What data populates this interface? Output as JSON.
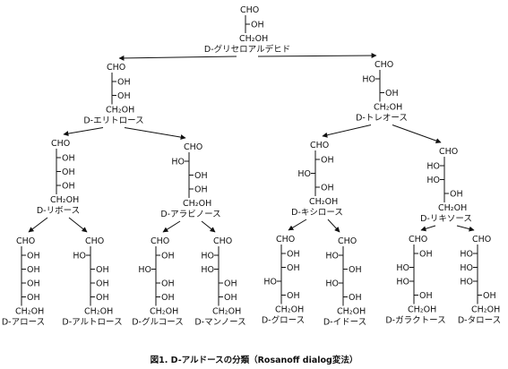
{
  "caption": "図1. D-アルドースの分類（Rosanoff dialog変法）",
  "structures": [
    {
      "id": "s1",
      "label": "D-グリセロアルデヒド",
      "top": "CHO",
      "sides": [
        "R"
      ],
      "bottom": "CH₂OH"
    },
    {
      "id": "s2",
      "label": "D-エリトロース",
      "top": "CHO",
      "sides": [
        "R",
        "R"
      ],
      "bottom": "CH₂OH"
    },
    {
      "id": "s3",
      "label": "D-トレオース",
      "top": "CHO",
      "sides": [
        "L",
        "R"
      ],
      "bottom": "CH₂OH"
    },
    {
      "id": "s4",
      "label": "D-リボース",
      "top": "CHO",
      "sides": [
        "R",
        "R",
        "R"
      ],
      "bottom": "CH₂OH"
    },
    {
      "id": "s5",
      "label": "D-アラビノース",
      "top": "CHO",
      "sides": [
        "L",
        "R",
        "R"
      ],
      "bottom": "CH₂OH"
    },
    {
      "id": "s6",
      "label": "D-キシロース",
      "top": "CHO",
      "sides": [
        "R",
        "L",
        "R"
      ],
      "bottom": "CH₂OH"
    },
    {
      "id": "s7",
      "label": "D-リキソース",
      "top": "CHO",
      "sides": [
        "L",
        "L",
        "R"
      ],
      "bottom": "CH₂OH"
    },
    {
      "id": "s8",
      "label": "D-アロース",
      "top": "CHO",
      "sides": [
        "R",
        "R",
        "R",
        "R"
      ],
      "bottom": "CH₂OH"
    },
    {
      "id": "s9",
      "label": "D-アルトロース",
      "top": "CHO",
      "sides": [
        "L",
        "R",
        "R",
        "R"
      ],
      "bottom": "CH₂OH"
    },
    {
      "id": "s10",
      "label": "D-グルコース",
      "top": "CHO",
      "sides": [
        "R",
        "L",
        "R",
        "R"
      ],
      "bottom": "CH₂OH"
    },
    {
      "id": "s11",
      "label": "D-マンノース",
      "top": "CHO",
      "sides": [
        "L",
        "L",
        "R",
        "R"
      ],
      "bottom": "CH₂OH"
    },
    {
      "id": "s12",
      "label": "D-グロース",
      "top": "CHO",
      "sides": [
        "R",
        "R",
        "L",
        "R"
      ],
      "bottom": "CH₂OH"
    },
    {
      "id": "s13",
      "label": "D-イドース",
      "top": "CHO",
      "sides": [
        "L",
        "R",
        "L",
        "R"
      ],
      "bottom": "CH₂OH"
    },
    {
      "id": "s14",
      "label": "D-ガラクトース",
      "top": "CHO",
      "sides": [
        "R",
        "L",
        "L",
        "R"
      ],
      "bottom": "CH₂OH"
    },
    {
      "id": "s15",
      "label": "D-タロース",
      "top": "CHO",
      "sides": [
        "L",
        "L",
        "L",
        "R"
      ],
      "bottom": "CH₂OH"
    }
  ],
  "groups": {
    "oh": "OH",
    "ho": "HO"
  },
  "edges": [
    [
      "s1",
      "s2"
    ],
    [
      "s1",
      "s3"
    ],
    [
      "s2",
      "s4"
    ],
    [
      "s2",
      "s5"
    ],
    [
      "s3",
      "s6"
    ],
    [
      "s3",
      "s7"
    ],
    [
      "s4",
      "s8"
    ],
    [
      "s4",
      "s9"
    ],
    [
      "s5",
      "s10"
    ],
    [
      "s5",
      "s11"
    ],
    [
      "s6",
      "s12"
    ],
    [
      "s6",
      "s13"
    ],
    [
      "s7",
      "s14"
    ],
    [
      "s7",
      "s15"
    ]
  ]
}
